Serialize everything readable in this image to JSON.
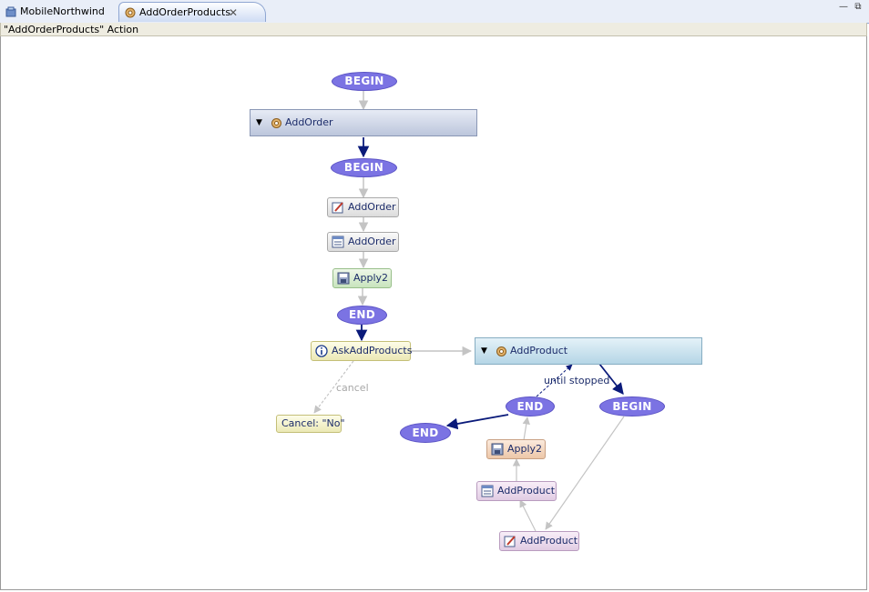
{
  "tabs": [
    {
      "label": "MobileNorthwind",
      "icon": "project-icon"
    },
    {
      "label": "AddOrderProducts",
      "icon": "gear-icon"
    }
  ],
  "action_header": "\"AddOrderProducts\" Action",
  "diagram": {
    "begin_top": "BEGIN",
    "group_add_order": "AddOrder",
    "begin_inner": "BEGIN",
    "edit_add_order": "AddOrder",
    "list_add_order": "AddOrder",
    "apply_order": "Apply2",
    "end_order": "END",
    "ask_add_products": "AskAddProducts",
    "cancel_label": "cancel",
    "cancel_node": "Cancel: \"No\"",
    "group_add_product": "AddProduct",
    "until_stopped": "until stopped",
    "end_loop": "END",
    "begin_loop": "BEGIN",
    "end_final": "END",
    "apply_product": "Apply2",
    "list_add_product": "AddProduct",
    "edit_add_product": "AddProduct"
  },
  "colors": {
    "ellipse": "#7b73e3",
    "edge_active": "#0a1a7a",
    "edge_inactive": "#c4c4c4"
  }
}
